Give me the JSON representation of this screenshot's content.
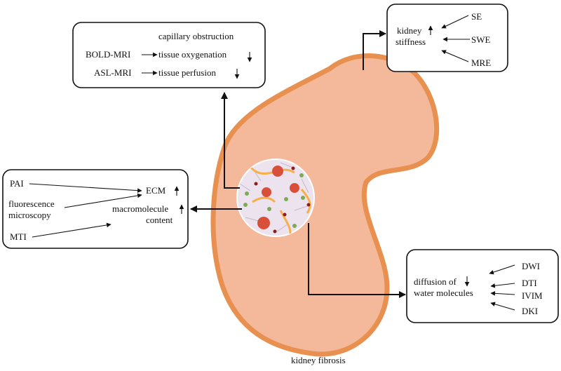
{
  "caption": "kidney fibrosis",
  "boxes": {
    "perfusion": {
      "capillary": "capillary obstruction",
      "bold": "BOLD-MRI",
      "oxygenation": "tissue oxygenation",
      "asl": "ASL-MRI",
      "perfusion": "tissue perfusion"
    },
    "stiffness": {
      "label_line1": "kidney",
      "label_line2": "stiffness",
      "methods": [
        "SE",
        "SWE",
        "MRE"
      ]
    },
    "ecm": {
      "pai": "PAI",
      "fluor_line1": "fluorescence",
      "fluor_line2": "microscopy",
      "mti": "MTI",
      "ecm": "ECM",
      "macro_line1": "macromolecule",
      "macro_line2": "content"
    },
    "diffusion": {
      "label_line1": "diffusion of",
      "label_line2": "water molecules",
      "methods": [
        "DWI",
        "DTI",
        "IVIM",
        "DKI"
      ]
    }
  },
  "colors": {
    "kidney_fill": "#f4b89a",
    "kidney_edge": "#e8904f",
    "circle_fill": "#ece3ee",
    "vessel": "#f5b04a",
    "glomerulus": "#d9503a",
    "cell": "#7caa56"
  }
}
